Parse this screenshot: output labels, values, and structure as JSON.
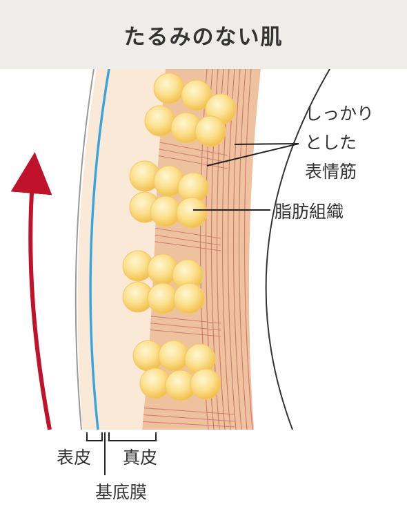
{
  "title": "たるみのない肌",
  "labels": {
    "muscle_line1": "しっかり",
    "muscle_line2": "とした",
    "muscle_line3": "表情筋",
    "fat": "脂肪組織",
    "epidermis": "表皮",
    "dermis": "真皮",
    "basement": "基底膜"
  },
  "colors": {
    "header_bg": "#eeede9",
    "epidermis": "#fbe9d8",
    "basement_line": "#3aa4dc",
    "fat_cell": "#f8cf5d",
    "muscle": "#efc29f",
    "muscle_fiber": "#c96f6a",
    "arrow": "#c0132b"
  },
  "icons": [
    "up-arrow-icon"
  ]
}
